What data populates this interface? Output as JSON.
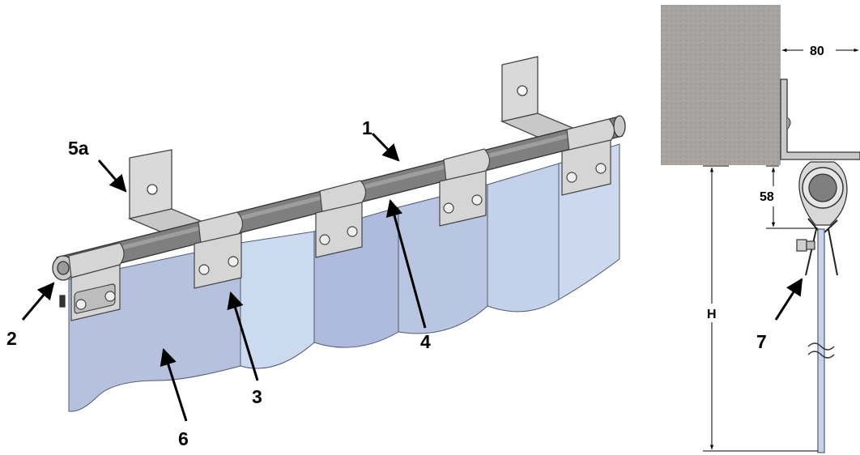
{
  "callouts": {
    "c1": "1",
    "c2": "2",
    "c3": "3",
    "c4": "4",
    "c5a": "5a",
    "c6": "6",
    "c7": "7"
  },
  "dimensions": {
    "width": "80",
    "gap": "58",
    "height": "H"
  },
  "colors": {
    "strip_pvc": "#c7d3ea",
    "strip_pvc_dark": "#aebbdc",
    "rail_dark": "#7f7f7f",
    "clamp": "#d7d7d7",
    "ceiling": "#a6a2a0",
    "line": "#3a3a3a"
  }
}
